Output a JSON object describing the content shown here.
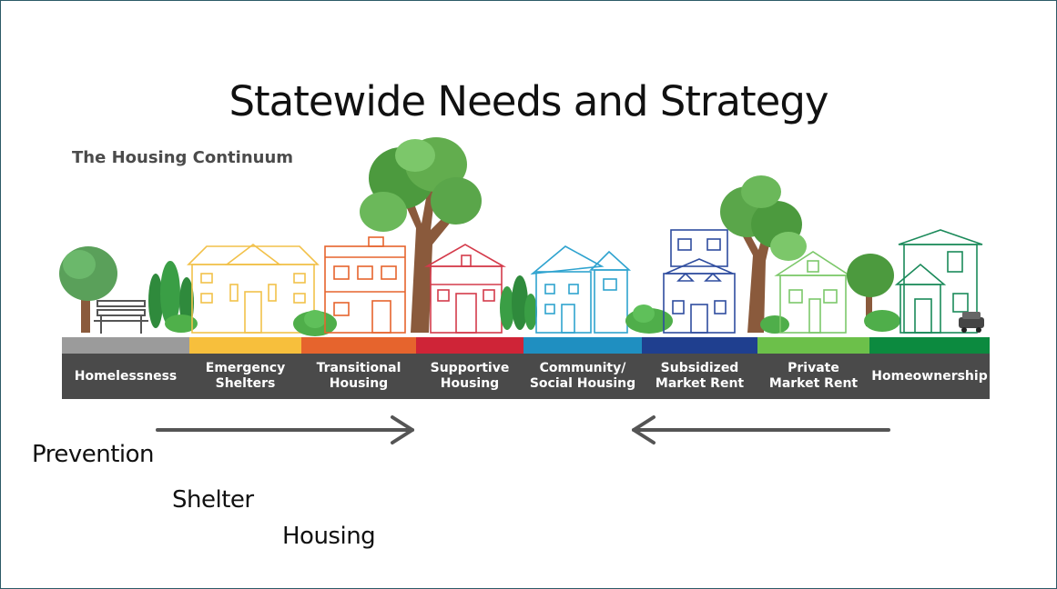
{
  "title": "Statewide Needs and Strategy",
  "subtitle": "The Housing Continuum",
  "continuum": [
    {
      "label": "Homelessness",
      "color": "#9b9b9b"
    },
    {
      "label": "Emergency\nShelters",
      "color": "#f7bf3c"
    },
    {
      "label": "Transitional\nHousing",
      "color": "#e6642d"
    },
    {
      "label": "Supportive\nHousing",
      "color": "#cf2437"
    },
    {
      "label": "Community/\nSocial Housing",
      "color": "#1f8fc1"
    },
    {
      "label": "Subsidized\nMarket Rent",
      "color": "#1f3f8f"
    },
    {
      "label": "Private\nMarket Rent",
      "color": "#6cc04a"
    },
    {
      "label": "Homeownership",
      "color": "#0c8a3f"
    }
  ],
  "steps": [
    "Prevention",
    "Shelter",
    "Housing"
  ],
  "arrows": {
    "color": "#555555"
  }
}
